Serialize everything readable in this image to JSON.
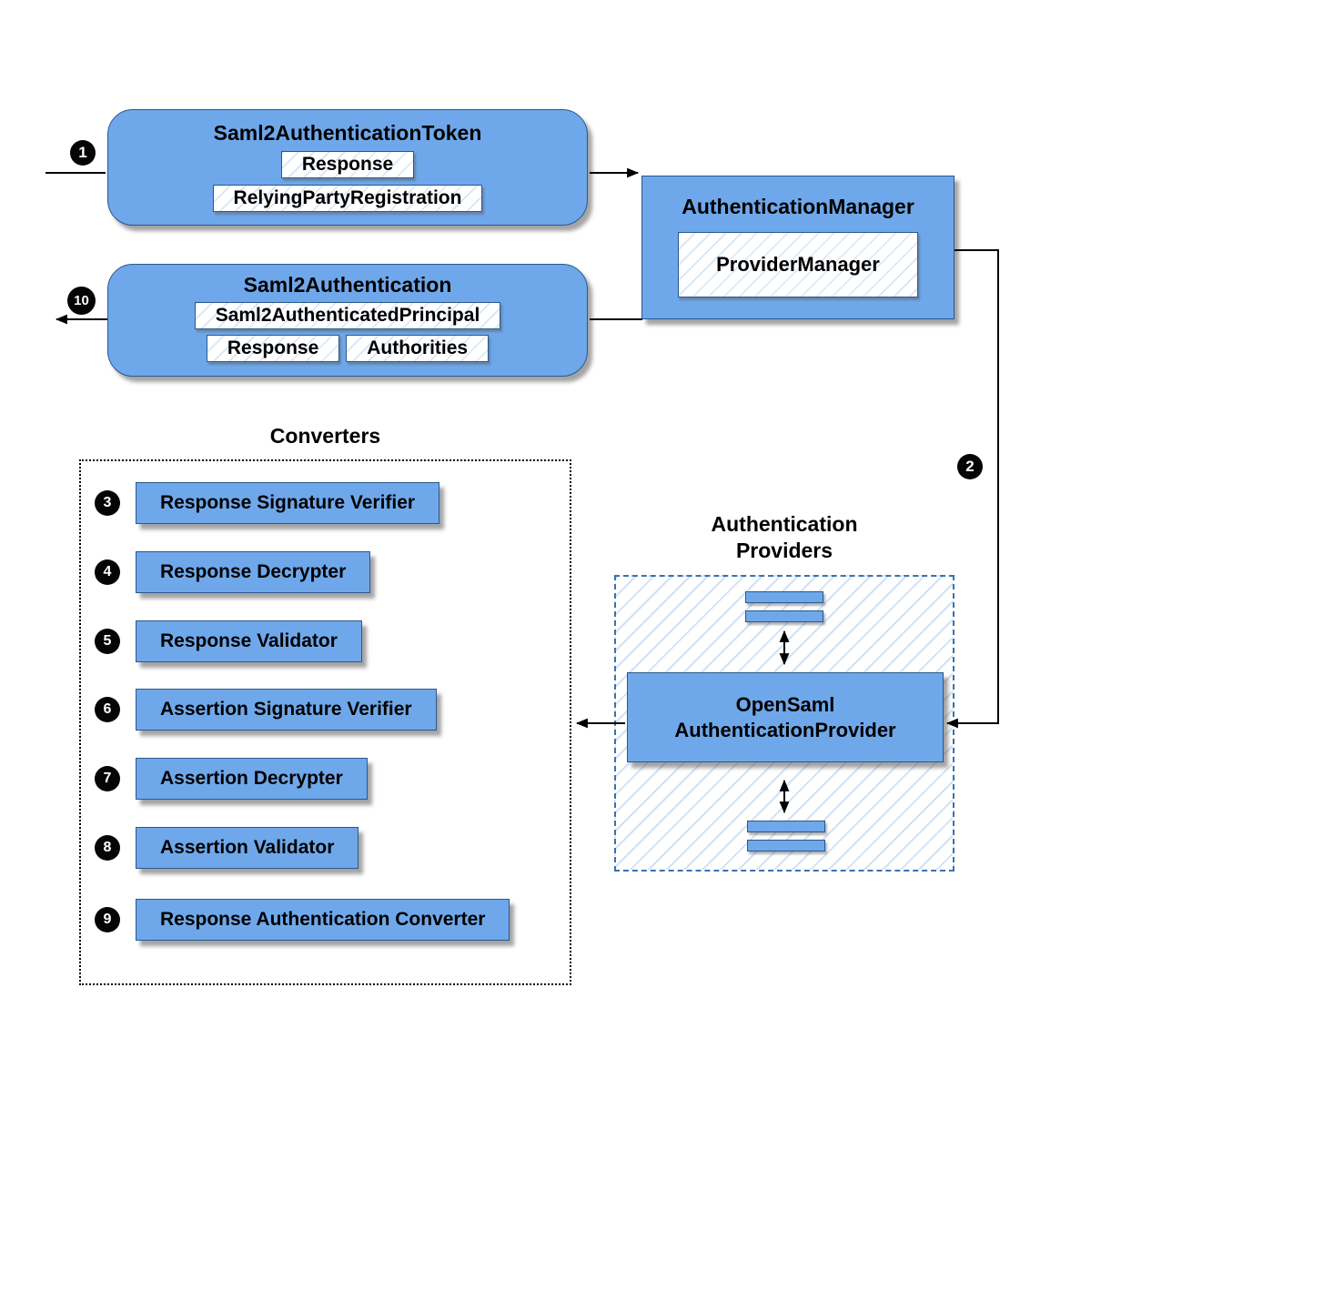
{
  "diagram": {
    "token": {
      "title": "Saml2AuthenticationToken",
      "response": "Response",
      "relying_party": "RelyingPartyRegistration"
    },
    "auth_manager": {
      "title": "AuthenticationManager",
      "provider_manager": "ProviderManager"
    },
    "saml2_authentication": {
      "title": "Saml2Authentication",
      "principal": "Saml2AuthenticatedPrincipal",
      "response": "Response",
      "authorities": "Authorities"
    },
    "converters": {
      "title": "Converters",
      "items": [
        {
          "num": "3",
          "label": "Response Signature Verifier"
        },
        {
          "num": "4",
          "label": "Response Decrypter"
        },
        {
          "num": "5",
          "label": "Response Validator"
        },
        {
          "num": "6",
          "label": "Assertion Signature Verifier"
        },
        {
          "num": "7",
          "label": "Assertion Decrypter"
        },
        {
          "num": "8",
          "label": "Assertion Validator"
        },
        {
          "num": "9",
          "label": "Response Authentication Converter"
        }
      ]
    },
    "providers": {
      "label_line1": "Authentication",
      "label_line2": "Providers",
      "open_saml_line1": "OpenSaml",
      "open_saml_line2": "AuthenticationProvider"
    },
    "steps": {
      "in": "1",
      "to_provider": "2",
      "out": "10"
    },
    "colors": {
      "box_fill": "#6FA8EA",
      "box_border": "#29588C",
      "hatch_line": "#A9CBEE",
      "dashed_border": "#3A72AC",
      "arrow": "#000000"
    }
  }
}
